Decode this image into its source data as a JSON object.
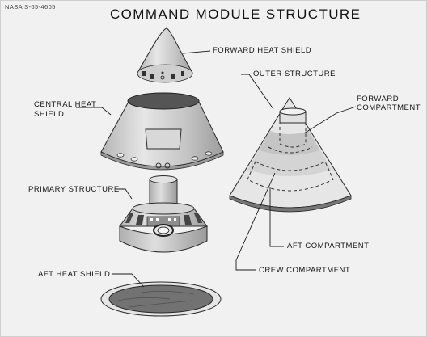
{
  "header": {
    "photo_id": "NASA S-65-4605",
    "title": "COMMAND MODULE STRUCTURE"
  },
  "labels": {
    "forward_heat_shield": "FORWARD HEAT SHIELD",
    "central_heat_shield_1": "CENTRAL HEAT",
    "central_heat_shield_2": "SHIELD",
    "primary_structure": "PRIMARY STRUCTURE",
    "aft_heat_shield": "AFT HEAT SHIELD",
    "outer_structure": "OUTER STRUCTURE",
    "forward_compartment_1": "FORWARD",
    "forward_compartment_2": "COMPARTMENT",
    "aft_compartment": "AFT COMPARTMENT",
    "crew_compartment": "CREW COMPARTMENT"
  },
  "colors": {
    "background": "#f1f1f1",
    "ink": "#151515",
    "light_gray": "#d2d2d2",
    "mid_gray": "#a8a8a8",
    "dark_gray": "#6a6a6a"
  }
}
